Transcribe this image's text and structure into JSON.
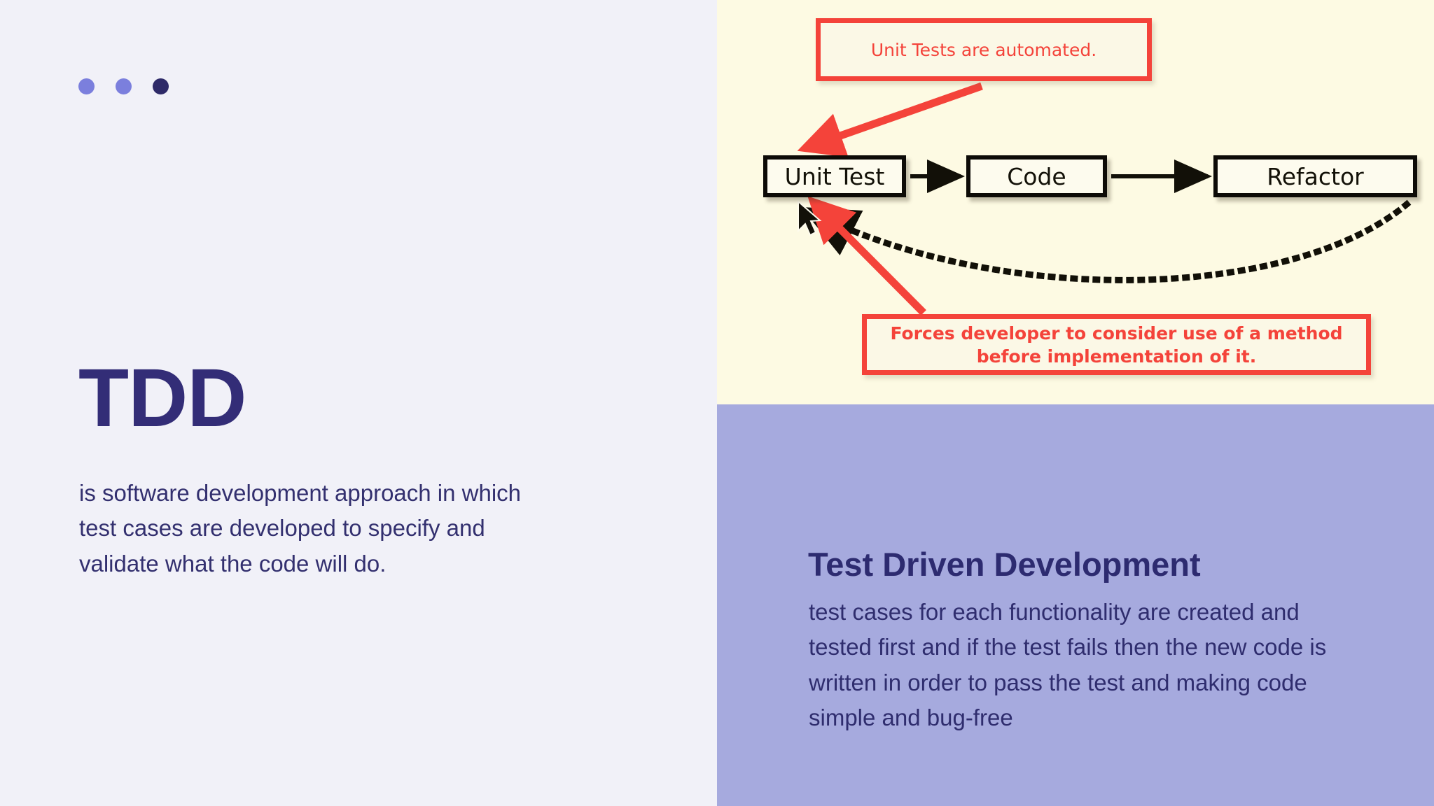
{
  "left": {
    "dots": [
      {
        "name": "dot-1",
        "tone": "light",
        "color": "#7b7fdd"
      },
      {
        "name": "dot-2",
        "tone": "light",
        "color": "#7b7fdd"
      },
      {
        "name": "dot-3",
        "tone": "dark",
        "color": "#2e2a68"
      }
    ],
    "title": "TDD",
    "lead": "is software development approach in which test cases are developed to specify and validate what the code will do."
  },
  "diagram": {
    "background_color": "#fdfae3",
    "note_top": "Unit Tests are automated.",
    "note_bottom_line1": "Forces developer to consider use of a method",
    "note_bottom_line2": "before implementation of it.",
    "annotation_color": "#f4433a",
    "boxes": [
      {
        "label": "Unit Test"
      },
      {
        "label": "Code"
      },
      {
        "label": "Refactor"
      }
    ],
    "flow": "Unit Test → Code → Refactor → (dotted loop back to Unit Test)"
  },
  "info": {
    "background_color": "#a6aade",
    "title": "Test Driven Development",
    "body": "test cases for each functionality are created and tested first and if the test fails then the new code is written in order to pass the test and making code simple and bug-free"
  }
}
